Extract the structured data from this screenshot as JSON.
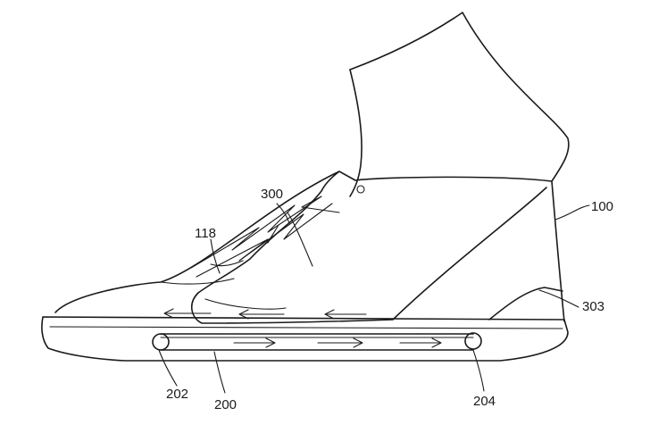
{
  "figure": {
    "description_labels": {
      "shoe": "100",
      "lace": "118",
      "tube": "200",
      "inlet": "202",
      "outlet": "204",
      "foot_region": "300",
      "heel_region": "303"
    }
  }
}
